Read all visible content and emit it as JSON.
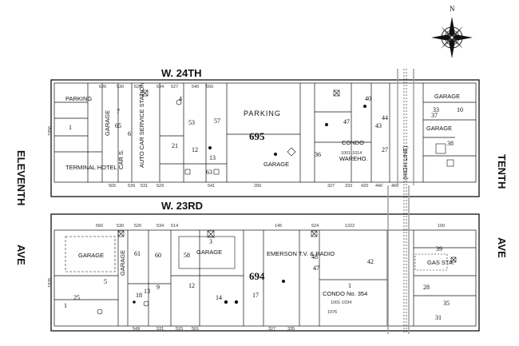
{
  "streets": {
    "north": "W. 24TH",
    "middle": "W. 23RD"
  },
  "avenues": {
    "west": [
      "ELEVENTH",
      "AVE"
    ],
    "east": [
      "TENTH",
      "AVE"
    ]
  },
  "compass": {
    "north_letter": "N",
    "icon": "compass-rose-icon"
  },
  "blocks": {
    "upper": {
      "number": "695"
    },
    "lower": {
      "number": "694"
    }
  },
  "upper_labels": {
    "parking_top": "PARKING",
    "garage_w": "GARAGE",
    "auto_car": "AUTO CAR SERVICE STATION",
    "car_s": "CAR S.",
    "terminal_hotel": "TERMINAL HOTEL",
    "parking_big": "PARKING",
    "garage_mid": "GARAGE",
    "condo": "CONDO",
    "condo_range": "1001-1014",
    "wareho": "WAREHO.",
    "high_line": "(HIGH LINE)",
    "garage_e1": "GARAGE",
    "garage_e2": "GARAGE"
  },
  "lower_labels": {
    "garage_w": "GARAGE",
    "garage_v": "GARAGE",
    "garage_mid": "GARAGE",
    "emerson": "EMERSON T.V. & RADIO",
    "condo": "CONDO No. 354",
    "condo_range": "1001-1034",
    "gas_stn": "GAS STA."
  },
  "lot_numbers_upper": [
    "1",
    "7",
    "65",
    "4",
    "53",
    "57",
    "36",
    "47",
    "43",
    "44",
    "40",
    "27",
    "33",
    "38",
    "37",
    "12",
    "63",
    "21",
    "6",
    "13",
    "10"
  ],
  "lot_numbers_lower": [
    "1",
    "25",
    "5",
    "18",
    "61",
    "60",
    "58",
    "3",
    "13",
    "9",
    "12",
    "14",
    "17",
    "48",
    "42",
    "47",
    "39",
    "31",
    "35",
    "28",
    "1"
  ],
  "edge_numbers": {
    "upper_top": [
      "626",
      "530",
      "520",
      "534",
      "527",
      "540",
      "550"
    ],
    "upper_bottom": [
      "565",
      "539",
      "531",
      "529",
      "541",
      "200",
      "327",
      "333",
      "420",
      "440",
      "460"
    ],
    "upper_side": "1956",
    "lower_top": [
      "566",
      "530",
      "520",
      "534",
      "514",
      "145",
      "524",
      "1322",
      "100"
    ],
    "lower_bottom": [
      "549",
      "531",
      "515",
      "501",
      "327",
      "335"
    ],
    "lower_side": "1926",
    "lower_side_year": "1976"
  }
}
